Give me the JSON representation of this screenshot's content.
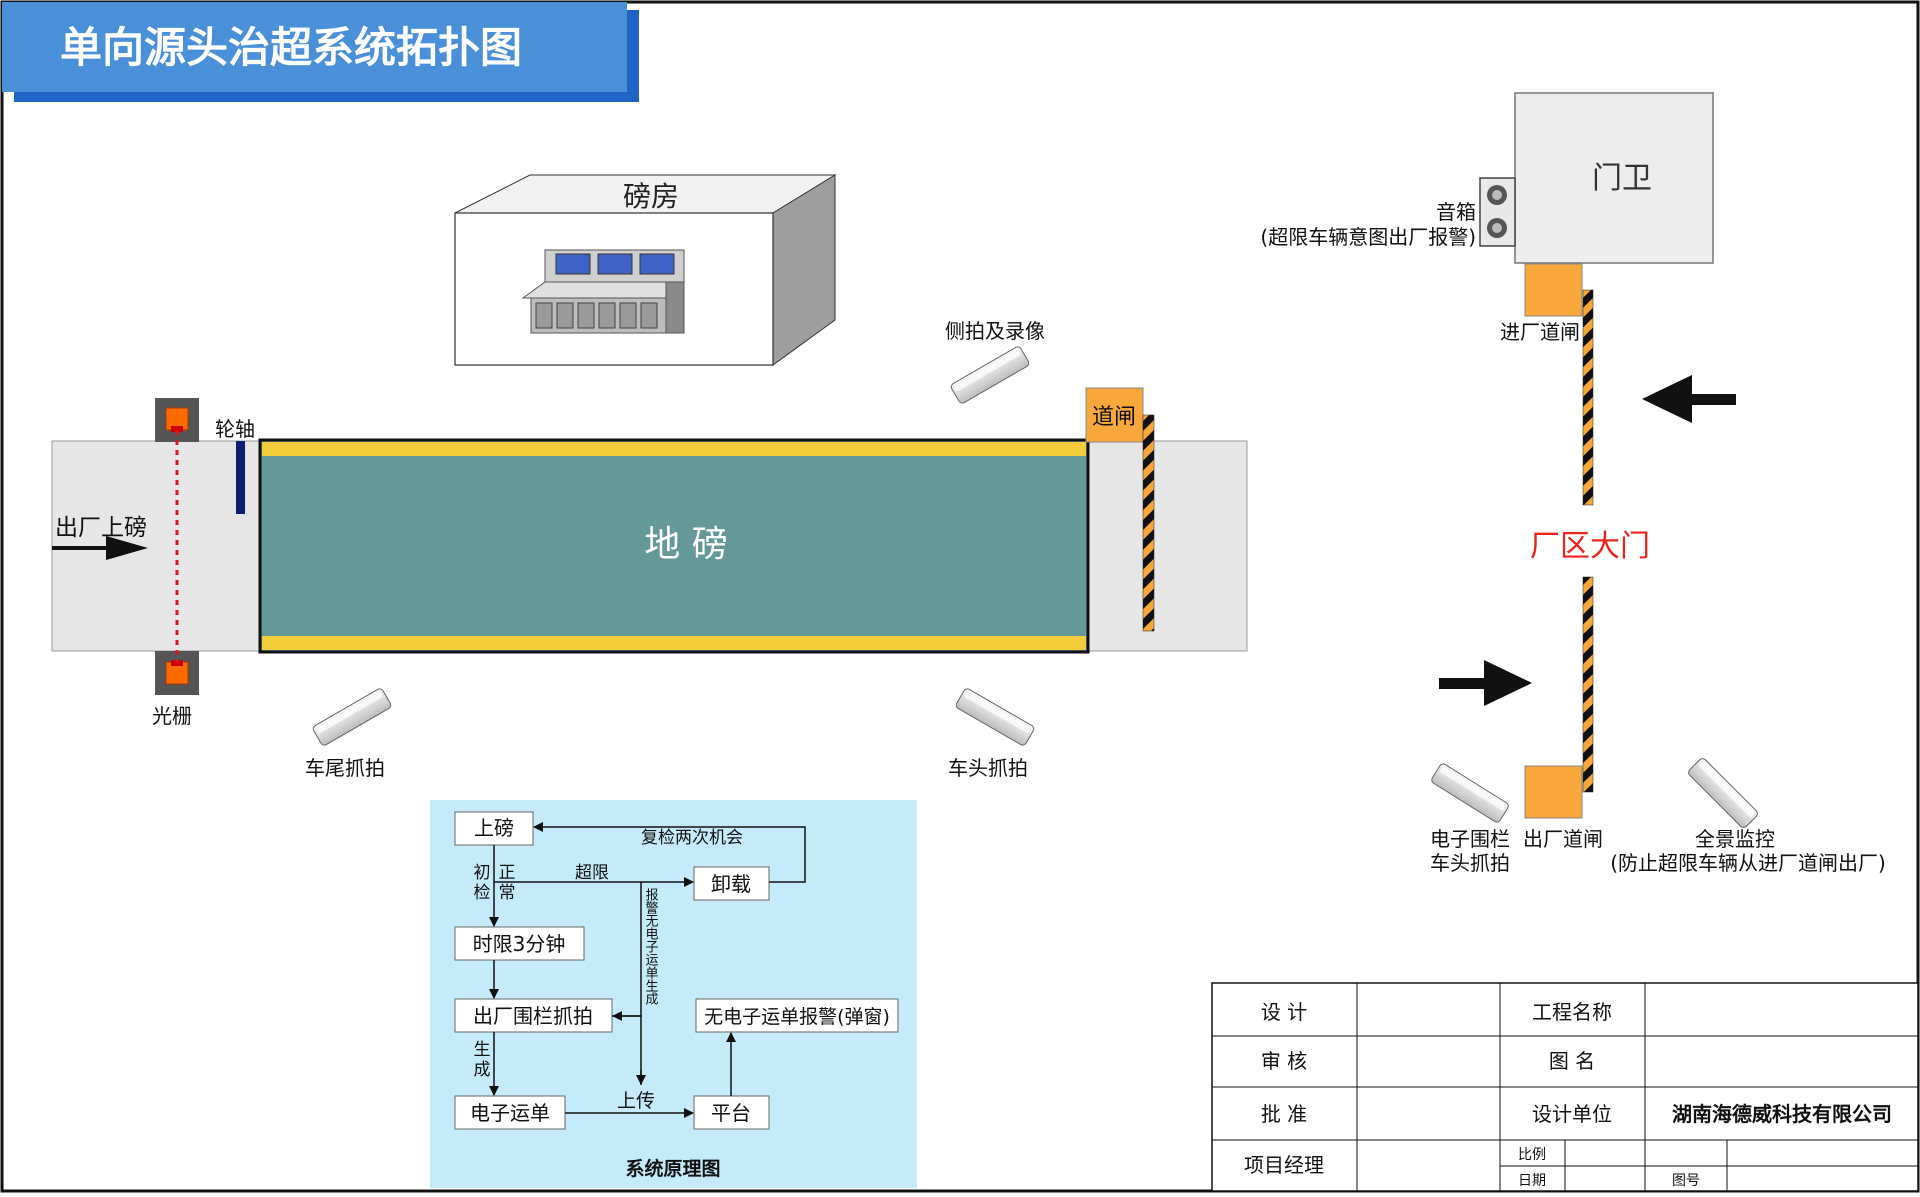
{
  "header": {
    "title": "单向源头治超系统拓扑图"
  },
  "weighroom": {
    "label": "磅房"
  },
  "scale": {
    "label": "地 磅",
    "entry_label": "出厂上磅",
    "axle_label": "轮轴",
    "grating_label": "光栅",
    "gate_label": "道闸"
  },
  "cameras": {
    "side": "侧拍及录像",
    "rear": "车尾抓拍",
    "front": "车头抓拍"
  },
  "plant_gate": {
    "guard_label": "门卫",
    "speaker_label": "音箱",
    "speaker_note": "(超限车辆意图出厂报警)",
    "entry_gate_label": "进厂道闸",
    "gate_title": "厂区大门",
    "exit_gate_label": "出厂道闸",
    "fence_cam_label_1": "电子围栏",
    "fence_cam_label_2": "车头抓拍",
    "panorama_label": "全景监控",
    "panorama_note": "(防止超限车辆从进厂道闸出厂)"
  },
  "flow": {
    "caption": "系统原理图",
    "on_scale": "上磅",
    "unload": "卸载",
    "time_limit": "时限3分钟",
    "fence_capture": "出厂围栏抓拍",
    "no_waybill_alarm": "无电子运单报警(弹窗)",
    "waybill": "电子运单",
    "platform": "平台",
    "recheck": "复检两次机会",
    "initial_1": "初",
    "initial_2": "检",
    "normal_1": "正",
    "normal_2": "常",
    "overlimit": "超限",
    "alarm_vertical": "报警无电子运单生成",
    "generate_1": "生",
    "generate_2": "成",
    "upload": "上传"
  },
  "title_block": {
    "design": "设  计",
    "review": "审  核",
    "approve": "批  准",
    "pm": "项目经理",
    "project_name": "工程名称",
    "drawing_name": "图  名",
    "design_unit": "设计单位",
    "company": "湖南海德威科技有限公司",
    "scale": "比例",
    "date": "日期",
    "drawing_no": "图号"
  },
  "colors": {
    "title_blue": "#4a90d9",
    "scale_teal": "#659999",
    "scale_stripe": "#f2cc3a",
    "gate_orange": "#f8a73a",
    "flow_bg": "#c5ebfb",
    "red_text": "#e8241c",
    "grating_orange": "#ff6a00"
  }
}
